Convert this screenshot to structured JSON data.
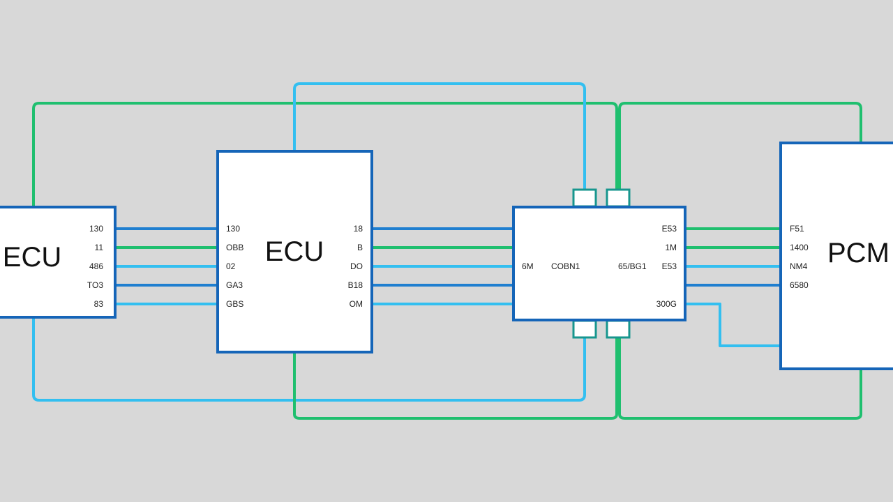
{
  "colors": {
    "background": "#d8d8d8",
    "box_border": "#1565b8",
    "box_fill": "#ffffff",
    "wire_green": "#1fbf6f",
    "wire_blue": "#33bff0",
    "wire_dark_blue": "#1f7fd0",
    "connector": "#17968e"
  },
  "modules": {
    "left_ecu": {
      "title": "ECU",
      "right_pins": [
        "130",
        "11",
        "486",
        "TO3",
        "83"
      ]
    },
    "center_ecu": {
      "title": "ECU",
      "left_pins": [
        "130",
        "OBB",
        "02",
        "GA3",
        "GBS"
      ],
      "right_pins": [
        "18",
        "B",
        "DO",
        "B18",
        "OM"
      ]
    },
    "junction": {
      "inner_labels": [
        "6M",
        "COBN1",
        "65/BG1"
      ],
      "right_pins": [
        "E53",
        "1M",
        "E53",
        "300G"
      ]
    },
    "pcm": {
      "title": "PCM",
      "left_pins": [
        "F51",
        "1400",
        "NM4",
        "6580"
      ]
    }
  }
}
